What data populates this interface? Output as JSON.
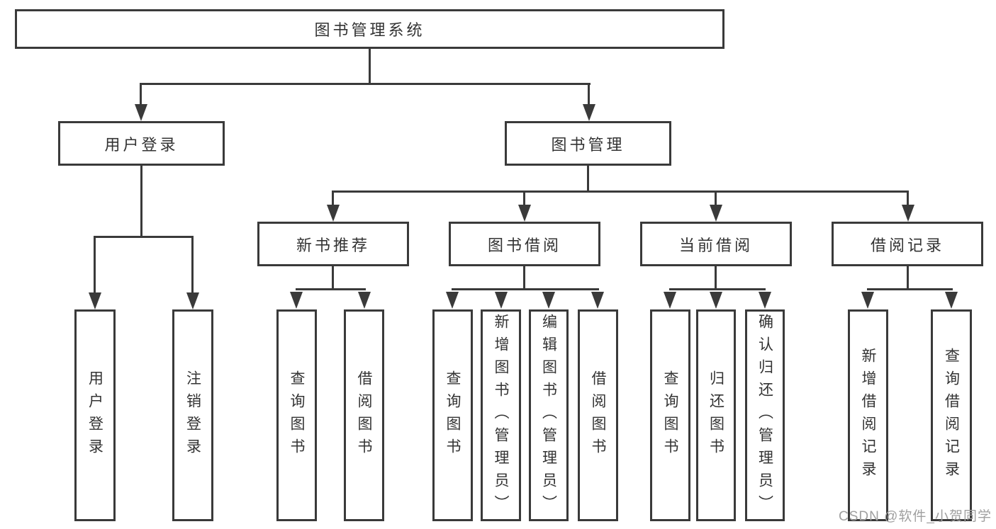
{
  "diagram": {
    "type": "hierarchy-tree",
    "colors": {
      "line": "#3a3a3a",
      "text": "#333333",
      "background": "#ffffff",
      "watermark": "#a0a0a0"
    },
    "nodes": {
      "root": {
        "label": "图书管理系统"
      },
      "level2": [
        {
          "id": "user-login",
          "label": "用户登录"
        },
        {
          "id": "book-management",
          "label": "图书管理"
        }
      ],
      "level3": [
        {
          "id": "new-book-recommendation",
          "parent": "图书管理",
          "label": "新书推荐"
        },
        {
          "id": "book-borrowing",
          "parent": "图书管理",
          "label": "图书借阅"
        },
        {
          "id": "current-borrowing",
          "parent": "图书管理",
          "label": "当前借阅"
        },
        {
          "id": "borrowing-records",
          "parent": "图书管理",
          "label": "借阅记录"
        }
      ],
      "leaves": [
        {
          "parent": "用户登录",
          "label": "用户登录"
        },
        {
          "parent": "用户登录",
          "label": "注销登录"
        },
        {
          "parent": "新书推荐",
          "label": "查询图书"
        },
        {
          "parent": "新书推荐",
          "label": "借阅图书"
        },
        {
          "parent": "图书借阅",
          "label": "查询图书"
        },
        {
          "parent": "图书借阅",
          "label": "新增图书（管理员）"
        },
        {
          "parent": "图书借阅",
          "label": "编辑图书（管理员）"
        },
        {
          "parent": "图书借阅",
          "label": "借阅图书"
        },
        {
          "parent": "当前借阅",
          "label": "查询图书"
        },
        {
          "parent": "当前借阅",
          "label": "归还图书"
        },
        {
          "parent": "当前借阅",
          "label": "确认归还（管理员）"
        },
        {
          "parent": "借阅记录",
          "label": "新增借阅记录"
        },
        {
          "parent": "借阅记录",
          "label": "查询借阅记录"
        }
      ]
    },
    "watermark": "CSDN @软件_小贺同学"
  }
}
